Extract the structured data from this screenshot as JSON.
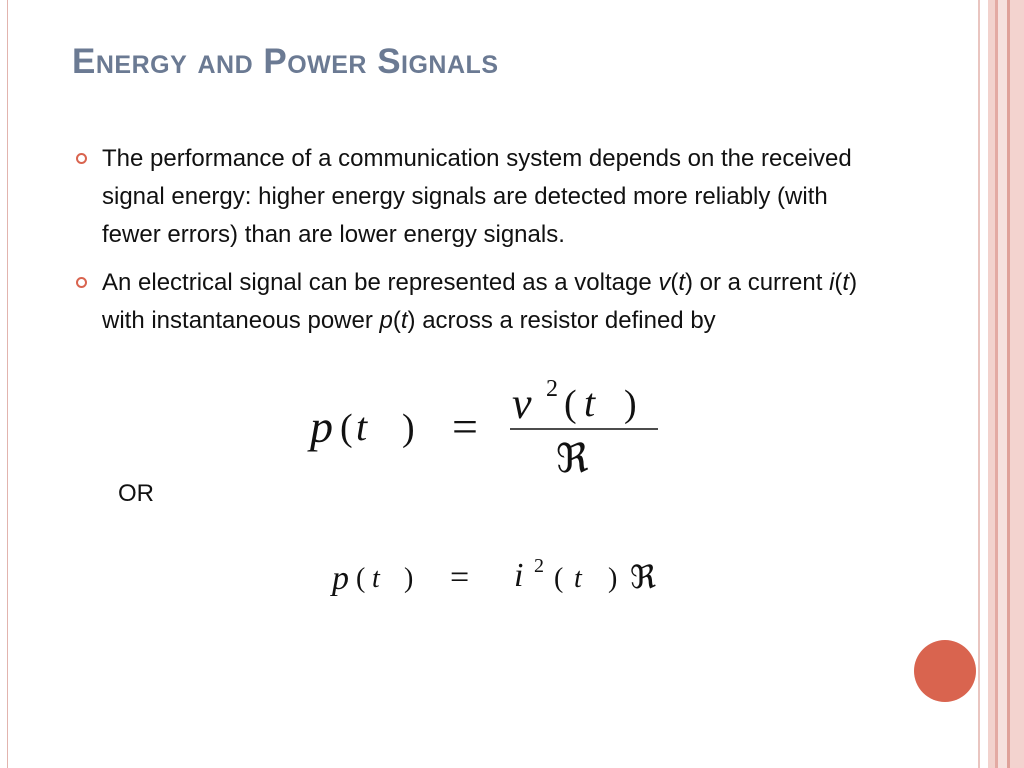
{
  "slide": {
    "title": "Energy and Power Signals",
    "bullets": [
      {
        "segments": [
          {
            "text": "The performance of a communication system depends on the received signal energy: higher energy signals are detected more reliably (with fewer errors) than are lower energy signals.",
            "italic": false
          }
        ]
      },
      {
        "segments": [
          {
            "text": "An electrical signal can be represented as a voltage ",
            "italic": false
          },
          {
            "text": "v",
            "italic": true
          },
          {
            "text": "(",
            "italic": false
          },
          {
            "text": "t",
            "italic": true
          },
          {
            "text": ") or a current ",
            "italic": false
          },
          {
            "text": "i",
            "italic": true
          },
          {
            "text": "(",
            "italic": false
          },
          {
            "text": "t",
            "italic": true
          },
          {
            "text": ") with instantaneous power ",
            "italic": false
          },
          {
            "text": "p",
            "italic": true
          },
          {
            "text": "(",
            "italic": false
          },
          {
            "text": "t",
            "italic": true
          },
          {
            "text": ") across a resistor defined by",
            "italic": false
          }
        ]
      }
    ],
    "equation1": {
      "lhs_p": "p",
      "lhs_open": "(",
      "lhs_t": "t",
      "lhs_close": ")",
      "equals": "=",
      "num_v": "v",
      "num_sup": "2",
      "num_open": "(",
      "num_t": "t",
      "num_close": ")",
      "den": "ℜ"
    },
    "or_text": "OR",
    "equation2": {
      "p": "p",
      "open1": "(",
      "t1": "t",
      "close1": ")",
      "equals": "=",
      "i": "i",
      "sup": "2",
      "open2": "(",
      "t2": "t",
      "close2": ")",
      "r": "ℜ"
    },
    "colors": {
      "title": "#6b7a93",
      "accent": "#d9644f",
      "text": "#111111"
    }
  }
}
